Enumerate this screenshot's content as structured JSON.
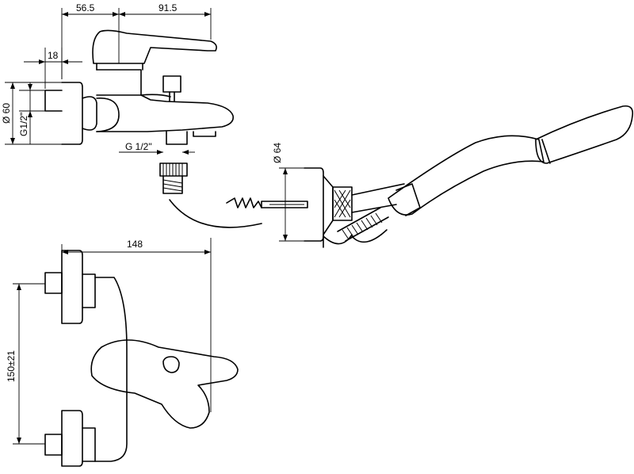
{
  "dimensions": {
    "spout_offset": "56.5",
    "spout_length": "91.5",
    "wall_plate_depth": "18",
    "plate_diameter": "Ø 60",
    "inlet_thread": "G1/2\"",
    "outlet_thread": "G 1/2\"",
    "handshower_plate_diameter": "Ø 64",
    "overall_width": "148",
    "inlet_spacing": "150±21"
  }
}
